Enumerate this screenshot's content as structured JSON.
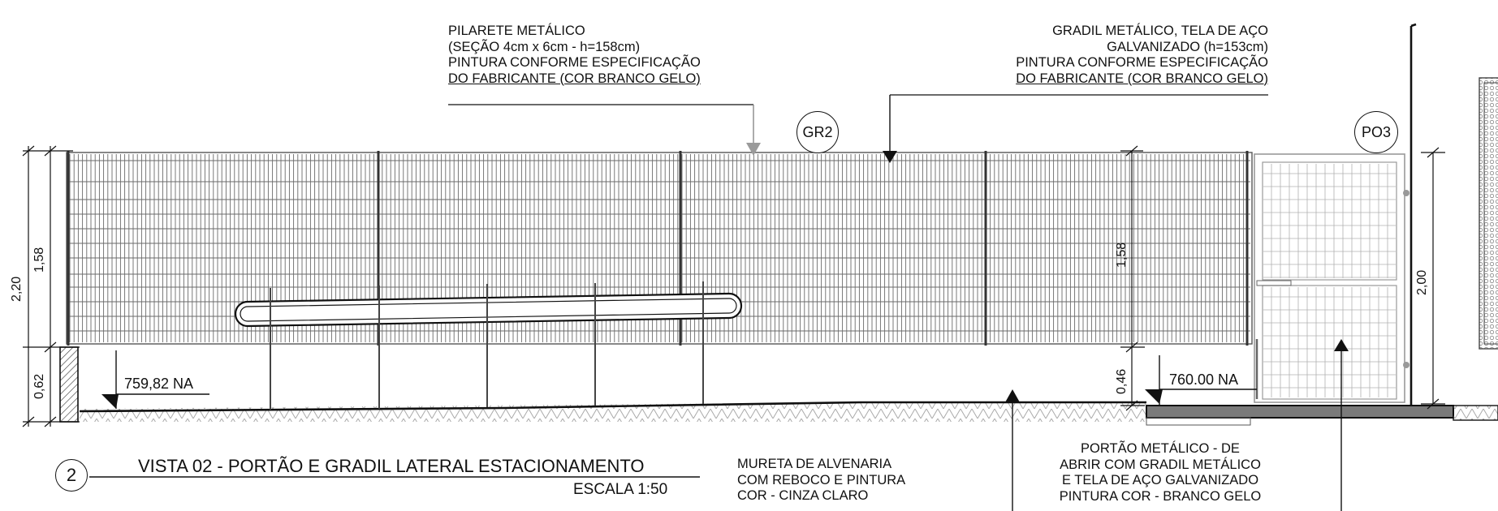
{
  "labels": {
    "pilarete": [
      "PILARETE METÁLICO",
      "(SEÇÃO 4cm x 6cm - h=158cm)",
      "PINTURA CONFORME ESPECIFICAÇÃO",
      "DO FABRICANTE (COR BRANCO GELO)"
    ],
    "gradil": [
      "GRADIL METÁLICO, TELA DE AÇO",
      "GALVANIZADO (h=153cm)",
      "PINTURA CONFORME ESPECIFICAÇÃO",
      "DO FABRICANTE (COR BRANCO GELO)"
    ],
    "mureta": [
      "MURETA DE ALVENARIA",
      "COM REBOCO E PINTURA",
      "COR - CINZA CLARO"
    ],
    "portao": [
      "PORTÃO METÁLICO - DE",
      "ABRIR COM GRADIL METÁLICO",
      "E TELA DE AÇO GALVANIZADO",
      "PINTURA COR - BRANCO GELO"
    ]
  },
  "tags": {
    "gr2": "GR2",
    "po3": "PO3"
  },
  "view": {
    "number": "2",
    "title": "VISTA 02 - PORTÃO E GRADIL LATERAL ESTACIONAMENTO",
    "scale": "ESCALA 1:50"
  },
  "dimensions": {
    "total": "2,20",
    "fence": "1,58",
    "base": "0,62",
    "fence_right": "1,58",
    "base_right": "0,46",
    "gate": "2,00"
  },
  "levels": {
    "left": "759,82 NA",
    "right": "760.00 NA"
  },
  "colors": {
    "line": "#111111",
    "fence": "#6a6a6a",
    "gate": "#9a9a9a",
    "arrow_gray": "#9a9a9a",
    "slab": "#7a7a7a"
  }
}
